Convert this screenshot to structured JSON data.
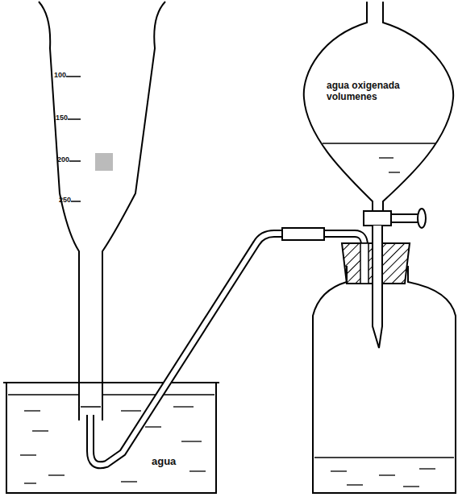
{
  "diagram": {
    "labels": [
      "agua oxigenada volumenes",
      "agua",
      "100",
      "150",
      "200",
      "250"
    ]
  }
}
